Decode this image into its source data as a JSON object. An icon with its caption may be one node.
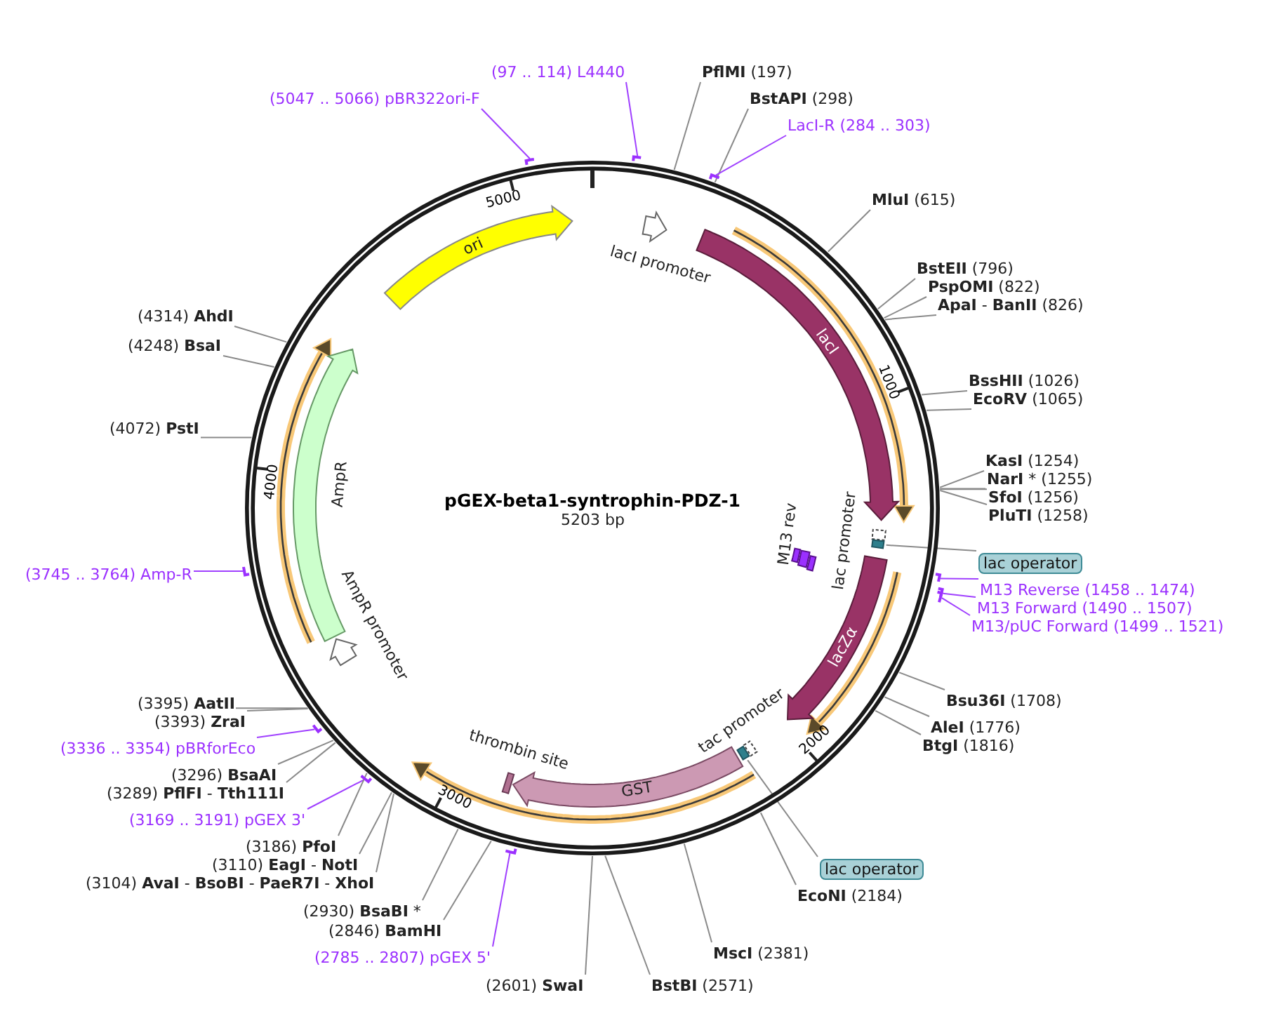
{
  "diagram": {
    "title": "pGEX-beta1-syntrophin-PDZ-1",
    "nodes": [
      {
        "text": [
          "(97 .. 114) L4440"
        ]
      },
      {
        "text": [
          "**PflMI** (197)"
        ]
      },
      {
        "text": [
          "(5047 .. 5066) pBR322ori-F"
        ]
      },
      {
        "text": [
          "**BstAPI** (298)"
        ]
      },
      {
        "text": [
          "LacI-R (284 .. 303)"
        ]
      },
      {
        "text": [
          "**MluI** (615)"
        ]
      },
      {
        "text": [
          "**BstEII** (796)"
        ]
      },
      {
        "text": [
          "**PspOMI** (822)"
        ]
      },
      {
        "text": [
          "**ApaI** - **BanII** (826)"
        ]
      },
      {
        "text": [
          "(4314) **AhdI**"
        ]
      },
      {
        "text": [
          "(4248) **BsaI**"
        ]
      },
      {
        "text": [
          "**BssHII** (1026)"
        ]
      },
      {
        "text": [
          "**EcoRV** (1065)"
        ]
      },
      {
        "text": [
          "(4072) **PstI**"
        ]
      },
      {
        "text": [
          "**KasI** (1254)"
        ]
      },
      {
        "text": [
          "**NarI** * (1255)"
        ]
      },
      {
        "text": [
          "**SfoI** (1256)"
        ]
      },
      {
        "text": [
          "**PluTI** (1258)"
        ]
      },
      {
        "text": [
          "lac operator"
        ]
      },
      {
        "text": [
          "(3745 .. 3764) Amp-R"
        ]
      },
      {
        "text": [
          "M13 Reverse (1458 .. 1474)"
        ]
      },
      {
        "text": [
          "M13 Forward (1490 .. 1507)"
        ]
      },
      {
        "text": [
          "M13/pUC Forward (1499 .. 1521)"
        ]
      },
      {
        "text": [
          "**Bsu36I** (1708)"
        ]
      },
      {
        "text": [
          "(3395) **AatII**"
        ]
      },
      {
        "text": [
          "(3393) **ZraI**"
        ]
      },
      {
        "text": [
          "**AleI** (1776)"
        ]
      },
      {
        "text": [
          "**BtgI** (1816)"
        ]
      },
      {
        "text": [
          "(3336 .. 3354) pBRforEco"
        ]
      },
      {
        "text": [
          "(3296) **BsaAI**"
        ]
      },
      {
        "text": [
          "(3289) **PflFI** - **Tth111I**"
        ]
      },
      {
        "text": [
          "(3169 .. 3191) pGEX 3'"
        ]
      },
      {
        "text": [
          "(3186) **PfoI**"
        ]
      },
      {
        "text": [
          "(3110) **EagI** - **NotI**"
        ]
      },
      {
        "text": [
          "(3104) **AvaI** - **BsoBI** - **PaeR7I** - **XhoI**"
        ]
      },
      {
        "text": [
          "lac operator"
        ]
      },
      {
        "text": [
          "**EcoNI** (2184)"
        ]
      },
      {
        "text": [
          "(2930) **BsaBI** *"
        ]
      },
      {
        "text": [
          "(2846) **BamHI**"
        ]
      },
      {
        "text": [
          "**MscI** (2381)"
        ]
      },
      {
        "text": [
          "(2785 .. 2807) pGEX 5'"
        ]
      },
      {
        "text": [
          "(2601) **SwaI**"
        ]
      },
      {
        "text": [
          "**BstBI** (2571)"
        ]
      },
      {
        "text": [
          "ori"
        ]
      },
      {
        "text": [
          "lacI promoter"
        ]
      },
      {
        "text": [
          "lacI"
        ]
      },
      {
        "text": [
          "M13 rev"
        ]
      },
      {
        "text": [
          "lac promoter"
        ]
      },
      {
        "text": [],
        "shape": "box"
      },
      {
        "text": [
          "lacZα"
        ]
      },
      {
        "text": [
          "tac promoter"
        ]
      },
      {
        "text": [],
        "shape": "box"
      },
      {
        "text": [
          "GST"
        ]
      },
      {
        "text": [
          "thrombin site"
        ]
      },
      {
        "text": [
          "AmpR"
        ]
      },
      {
        "text": [
          "AmpR promoter"
        ]
      }
    ],
    "edges": [
      {
        "from": 0,
        "to": null,
        "arrow": "none",
        "color": "#a040ff"
      },
      {
        "from": 1,
        "to": null,
        "arrow": "none"
      },
      {
        "from": 2,
        "to": null,
        "arrow": "none",
        "color": "#a040ff"
      },
      {
        "from": 3,
        "to": null,
        "arrow": "none"
      },
      {
        "from": 4,
        "to": null,
        "arrow": "none",
        "color": "#a040ff"
      },
      {
        "from": 5,
        "to": null,
        "arrow": "none"
      },
      {
        "from": 6,
        "to": null,
        "arrow": "none"
      },
      {
        "from": 7,
        "to": null,
        "arrow": "none"
      },
      {
        "from": 8,
        "to": null,
        "arrow": "none"
      },
      {
        "from": 9,
        "to": null,
        "arrow": "none"
      },
      {
        "from": 10,
        "to": null,
        "arrow": "none"
      },
      {
        "from": 11,
        "to": null,
        "arrow": "none"
      },
      {
        "from": 12,
        "to": null,
        "arrow": "none"
      },
      {
        "from": 13,
        "to": null,
        "arrow": "none"
      },
      {
        "from": 14,
        "to": null,
        "arrow": "none"
      },
      {
        "from": 15,
        "to": null,
        "arrow": "none"
      },
      {
        "from": 16,
        "to": null,
        "arrow": "none"
      },
      {
        "from": 17,
        "to": null,
        "arrow": "none"
      },
      {
        "from": 18,
        "to": 48,
        "arrow": "none"
      },
      {
        "from": 19,
        "to": null,
        "arrow": "none",
        "color": "#a040ff"
      },
      {
        "from": 20,
        "to": null,
        "arrow": "none",
        "color": "#a040ff"
      },
      {
        "from": 21,
        "to": null,
        "arrow": "none",
        "color": "#a040ff"
      },
      {
        "from": 22,
        "to": null,
        "arrow": "none",
        "color": "#a040ff"
      },
      {
        "from": 23,
        "to": null,
        "arrow": "none"
      },
      {
        "from": 24,
        "to": null,
        "arrow": "none"
      },
      {
        "from": 25,
        "to": null,
        "arrow": "none"
      },
      {
        "from": 26,
        "to": null,
        "arrow": "none"
      },
      {
        "from": 27,
        "to": null,
        "arrow": "none"
      },
      {
        "from": 28,
        "to": null,
        "arrow": "none",
        "color": "#a040ff"
      },
      {
        "from": 29,
        "to": null,
        "arrow": "none"
      },
      {
        "from": 30,
        "to": null,
        "arrow": "none"
      },
      {
        "from": 31,
        "to": null,
        "arrow": "none",
        "color": "#a040ff"
      },
      {
        "from": 32,
        "to": null,
        "arrow": "none"
      },
      {
        "from": 33,
        "to": null,
        "arrow": "none"
      },
      {
        "from": 34,
        "to": null,
        "arrow": "none"
      },
      {
        "from": 35,
        "to": 51,
        "arrow": "none"
      },
      {
        "from": 36,
        "to": null,
        "arrow": "none"
      },
      {
        "from": 37,
        "to": null,
        "arrow": "none"
      },
      {
        "from": 38,
        "to": null,
        "arrow": "none"
      },
      {
        "from": 39,
        "to": null,
        "arrow": "none"
      },
      {
        "from": 40,
        "to": null,
        "arrow": "none",
        "color": "#a040ff"
      },
      {
        "from": 41,
        "to": null,
        "arrow": "none"
      },
      {
        "from": 42,
        "to": null,
        "arrow": "none"
      }
    ],
    "labels": [
      "5203 bp",
      "5000",
      "1000",
      "2000",
      "3000",
      "4000"
    ]
  }
}
